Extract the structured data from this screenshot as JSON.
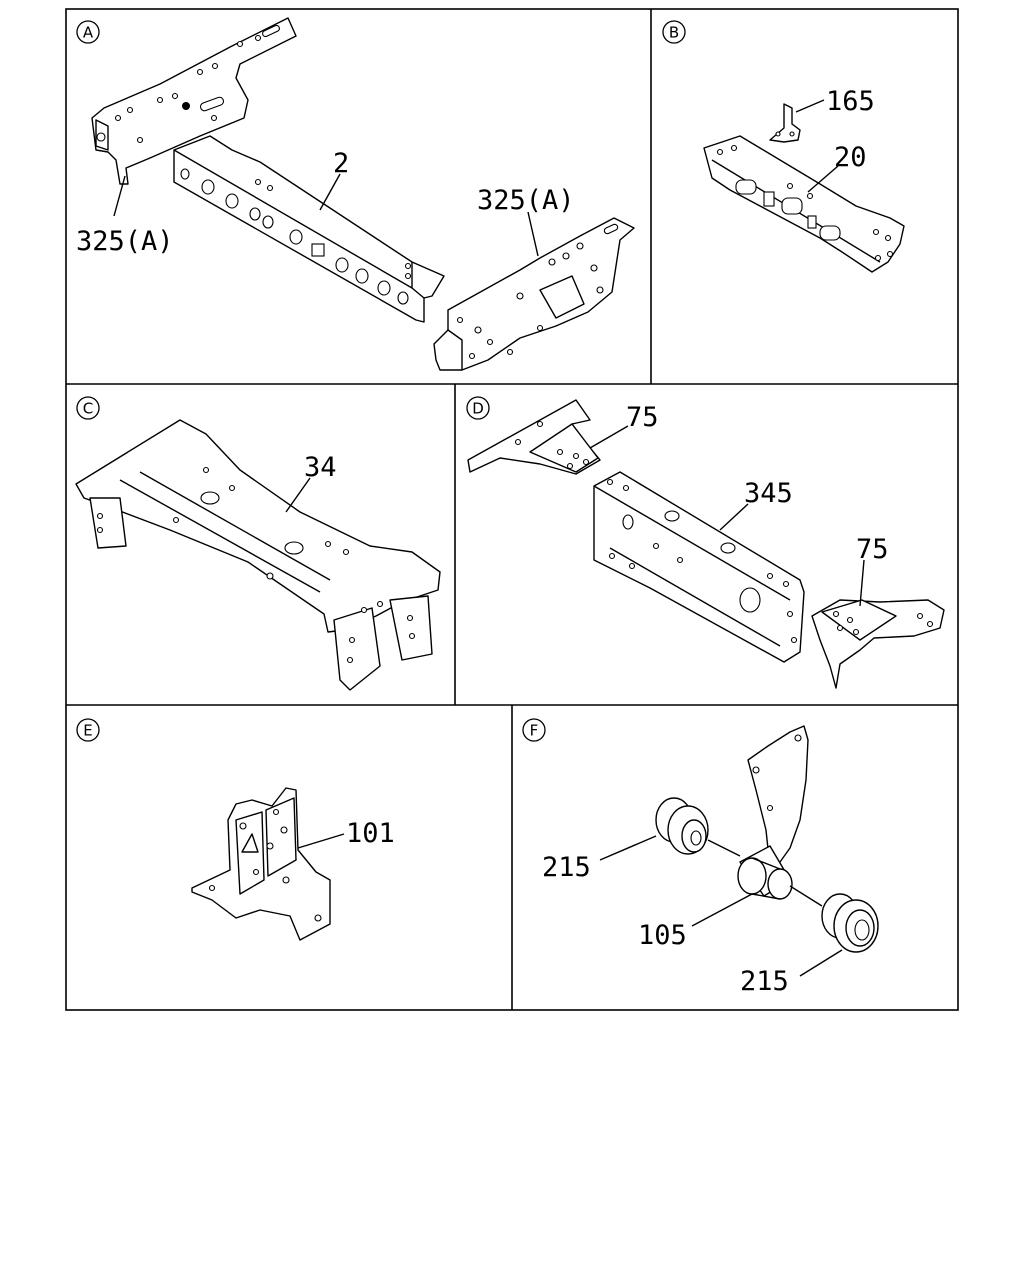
{
  "panels": {
    "A": {
      "letter": "A",
      "labels": [
        "325(A)",
        "2",
        "325(A)"
      ]
    },
    "B": {
      "letter": "B",
      "labels": [
        "165",
        "20"
      ]
    },
    "C": {
      "letter": "C",
      "labels": [
        "34"
      ]
    },
    "D": {
      "letter": "D",
      "labels": [
        "75",
        "345",
        "75"
      ]
    },
    "E": {
      "letter": "E",
      "labels": [
        "101"
      ]
    },
    "F": {
      "letter": "F",
      "labels": [
        "215",
        "105",
        "215"
      ]
    }
  }
}
